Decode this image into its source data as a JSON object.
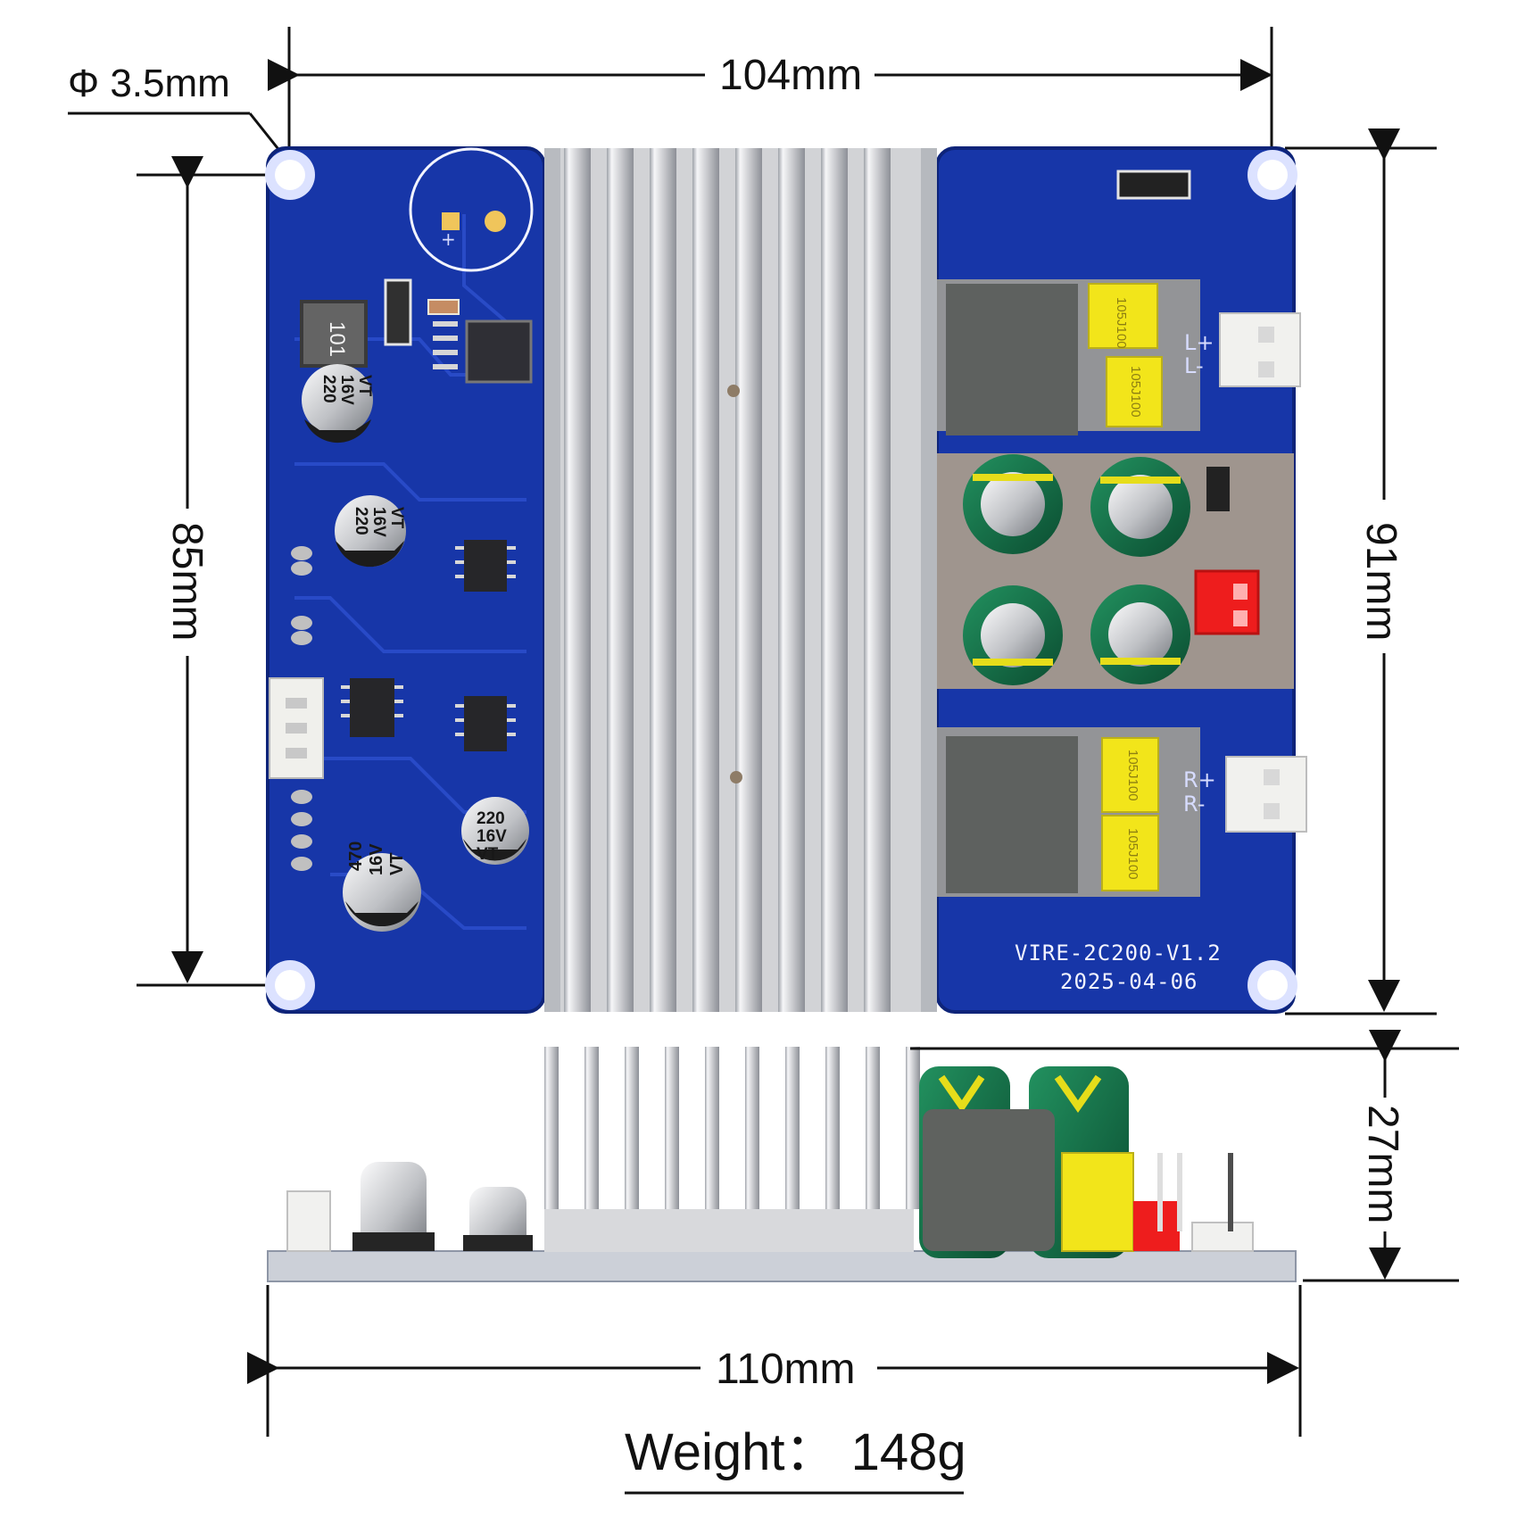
{
  "dimensions": {
    "hole_diameter": "Φ 3.5mm",
    "board_width": "104mm",
    "board_height": "85mm",
    "hole_spacing_height": "91mm",
    "side_height": "27mm",
    "side_width": "110mm",
    "weight": "Weight： 148g"
  },
  "board": {
    "model": "VIRE-2C200-V1.2",
    "date": "2025-04-06",
    "outputs": {
      "left_plus": "L+",
      "left_minus": "L-",
      "right_plus": "R+",
      "right_minus": "R-"
    },
    "capacitors": {
      "cap_220_value": "220",
      "cap_220_voltage": "16V",
      "cap_220_series": "VT",
      "cap_470_value": "470",
      "cap_470_voltage": "16V",
      "cap_470_series": "VT"
    },
    "inductor_code": "101",
    "film_cap_code": "105J100"
  },
  "colors": {
    "pcb_blue": "#1736a8",
    "pcb_edge": "#0e2479",
    "heatsink": "#d6d7da",
    "film_cap_yellow": "#f2e51a",
    "connector_red": "#ee1d1d",
    "electrolytic_green": "#0d6f43",
    "dimension_line": "#111111"
  },
  "icons": {
    "dimension_arrow": "arrow-icon",
    "mounting_hole": "mounting-hole-icon",
    "heatsink": "heatsink-icon",
    "capacitor": "capacitor-icon",
    "connector": "connector-icon"
  }
}
